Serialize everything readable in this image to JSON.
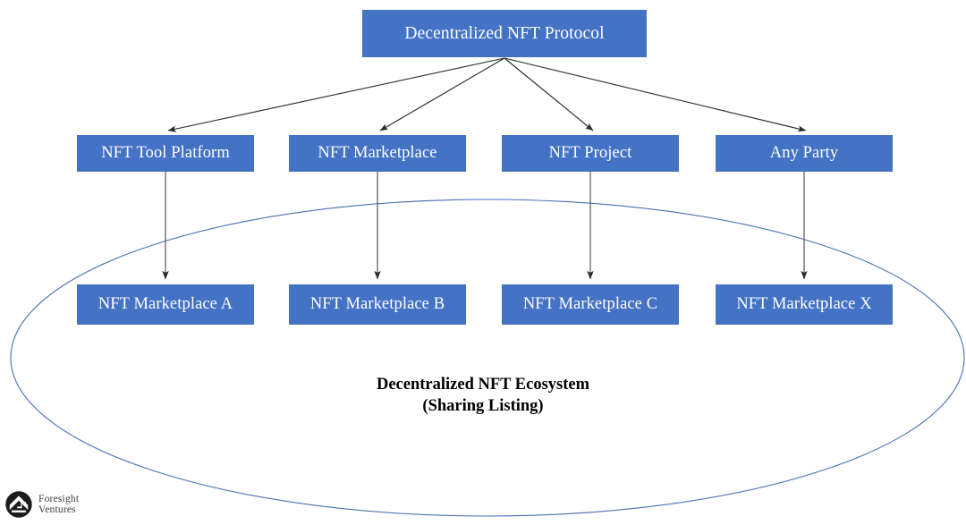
{
  "diagram": {
    "title": "Decentralized NFT Protocol",
    "root": {
      "label": "Decentralized NFT Protocol"
    },
    "middle_row": [
      {
        "label": "NFT Tool Platform"
      },
      {
        "label": "NFT Marketplace"
      },
      {
        "label": "NFT Project"
      },
      {
        "label": "Any Party"
      }
    ],
    "leaf_row": [
      {
        "label": "NFT Marketplace A"
      },
      {
        "label": "NFT Marketplace B"
      },
      {
        "label": "NFT Marketplace C"
      },
      {
        "label": "NFT Marketplace X"
      }
    ],
    "ecosystem": {
      "line1": "Decentralized NFT Ecosystem",
      "line2": "(Sharing Listing)"
    },
    "colors": {
      "node_fill": "#4472C4",
      "node_text": "#FFFFFF",
      "arrow": "#404040",
      "ellipse_stroke": "#4A6FB5",
      "caption_text": "#000000",
      "background": "#FFFFFF"
    }
  },
  "branding": {
    "logo_line1": "Foresight",
    "logo_line2": "Ventures"
  }
}
